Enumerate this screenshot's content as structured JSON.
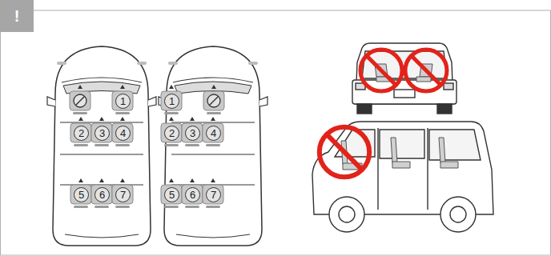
{
  "diagram": {
    "labels": [
      "!",
      "1",
      "2",
      "3",
      "4",
      "5",
      "6",
      "7",
      "1",
      "2",
      "3",
      "4",
      "5",
      "6",
      "7"
    ]
  }
}
